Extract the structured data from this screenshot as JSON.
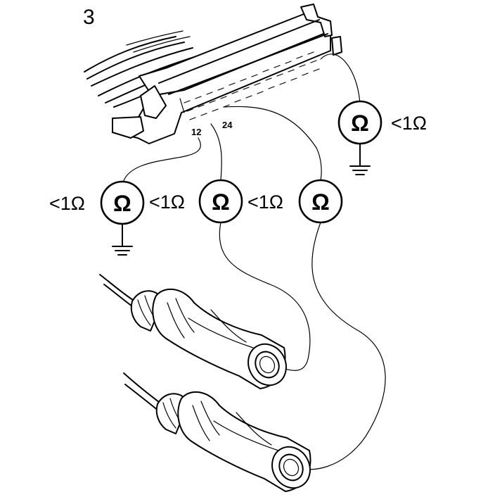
{
  "step_number": "3",
  "connector": {
    "pin_label_a": "12",
    "pin_label_b": "24"
  },
  "meters": [
    {
      "symbol": "Ω",
      "reading": "<1Ω"
    },
    {
      "symbol": "Ω",
      "reading": "<1Ω"
    },
    {
      "symbol": "Ω",
      "reading": "<1Ω"
    },
    {
      "symbol": "Ω",
      "reading": "<1Ω"
    }
  ]
}
